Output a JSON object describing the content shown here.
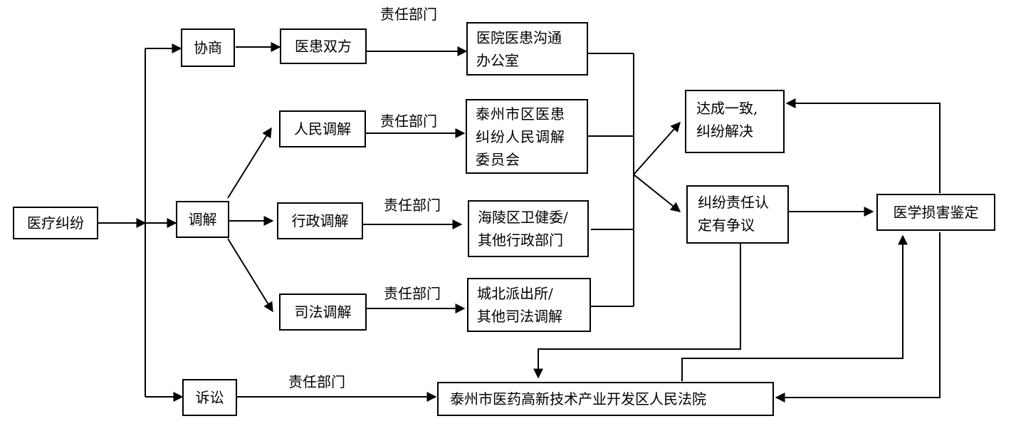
{
  "nodes": {
    "medical_dispute": "医疗纠纷",
    "negotiation": "协商",
    "mediation": "调解",
    "litigation": "诉讼",
    "both_parties": "医患双方",
    "people_mediation": "人民调解",
    "admin_mediation": "行政调解",
    "judicial_mediation": "司法调解",
    "hospital_office": [
      "医院医患沟通",
      "办公室"
    ],
    "people_committee": [
      "泰州市区医患",
      "纠纷人民调解",
      "委员会"
    ],
    "health_commission": [
      "海陵区卫健委/",
      "其他行政部门"
    ],
    "police_station": [
      "城北派出所/",
      "其他司法调解"
    ],
    "agreement": [
      "达成一致,",
      "纠纷解决"
    ],
    "dispute_liability": [
      "纠纷责任认",
      "定有争议"
    ],
    "damage_appraisal": "医学损害鉴定",
    "court": "泰州市医药高新技术产业开发区人民法院"
  },
  "edge_labels": {
    "negotiation": "责任部门",
    "people": "责任部门",
    "admin": "责任部门",
    "judicial": "责任部门",
    "litigation": "责任部门"
  }
}
